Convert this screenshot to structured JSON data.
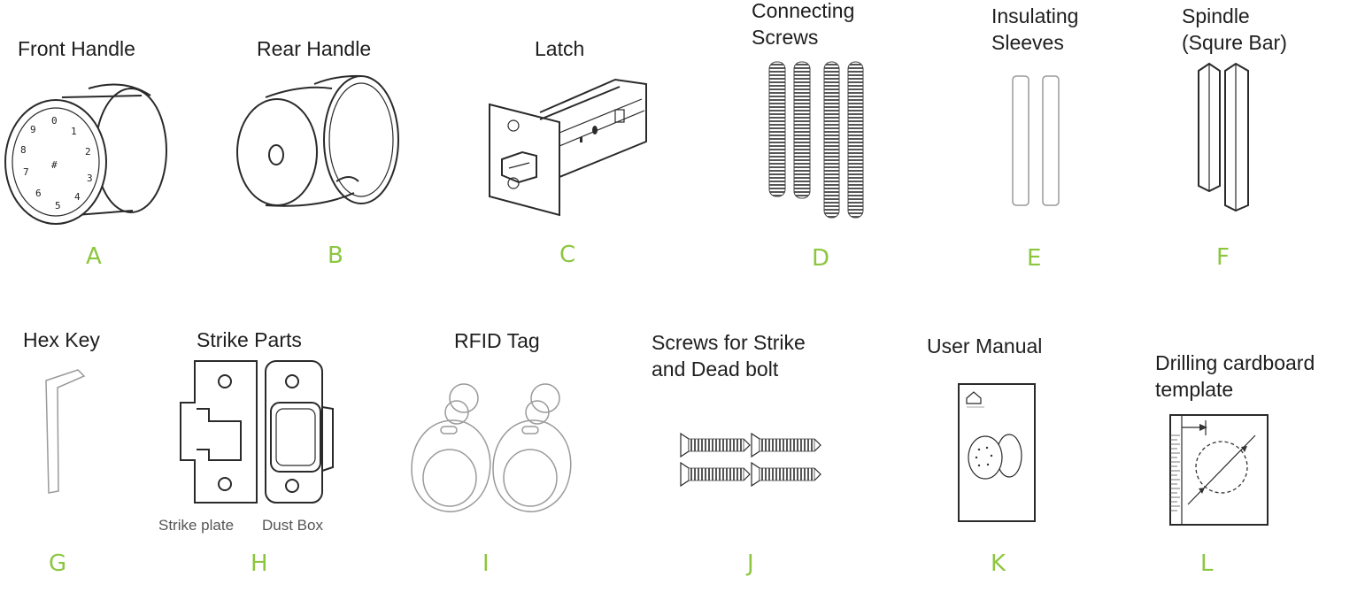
{
  "parts": [
    {
      "id": "A",
      "title": "Front Handle",
      "letter": "A"
    },
    {
      "id": "B",
      "title": "Rear Handle",
      "letter": "B"
    },
    {
      "id": "C",
      "title": "Latch",
      "letter": "C"
    },
    {
      "id": "D",
      "title": "Connecting\nScrews",
      "letter": "D"
    },
    {
      "id": "E",
      "title": "Insulating\nSleeves",
      "letter": "E"
    },
    {
      "id": "F",
      "title": "Spindle\n(Squre Bar)",
      "letter": "F"
    },
    {
      "id": "G",
      "title": "Hex Key",
      "letter": "G"
    },
    {
      "id": "H",
      "title": "Strike Parts",
      "letter": "H",
      "sublabels": [
        "Strike plate",
        "Dust Box"
      ]
    },
    {
      "id": "I",
      "title": "RFID Tag",
      "letter": "I"
    },
    {
      "id": "J",
      "title": "Screws  for Strike\n and Dead bolt",
      "letter": "J"
    },
    {
      "id": "K",
      "title": "User Manual",
      "letter": "K"
    },
    {
      "id": "L",
      "title": "Drilling cardboard\ntemplate",
      "letter": "L"
    }
  ],
  "keypad_digits": [
    "0",
    "1",
    "2",
    "3",
    "4",
    "5",
    "6",
    "7",
    "8",
    "9",
    "#"
  ],
  "colors": {
    "letter": "#8cc63f",
    "line": "#2a2a2a"
  }
}
